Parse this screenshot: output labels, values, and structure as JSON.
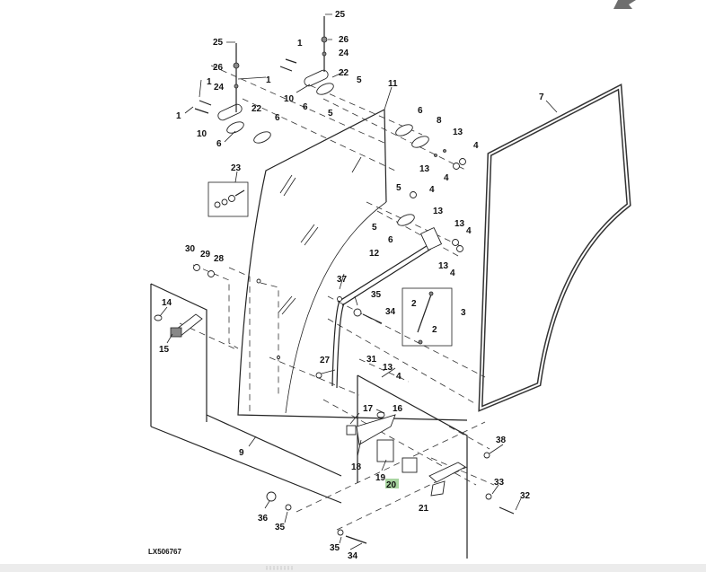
{
  "figure": {
    "id_label": "LX506767",
    "highlighted_callout": "20",
    "highlight_color": "#a8d5a0",
    "line_color": "#222222"
  },
  "callouts": [
    {
      "n": "25"
    },
    {
      "n": "26"
    },
    {
      "n": "24"
    },
    {
      "n": "1"
    },
    {
      "n": "22"
    },
    {
      "n": "10"
    },
    {
      "n": "6"
    },
    {
      "n": "25"
    },
    {
      "n": "26"
    },
    {
      "n": "24"
    },
    {
      "n": "1"
    },
    {
      "n": "1"
    },
    {
      "n": "22"
    },
    {
      "n": "10"
    },
    {
      "n": "6"
    },
    {
      "n": "6"
    },
    {
      "n": "5"
    },
    {
      "n": "5"
    },
    {
      "n": "11"
    },
    {
      "n": "7"
    },
    {
      "n": "6"
    },
    {
      "n": "8"
    },
    {
      "n": "13"
    },
    {
      "n": "13"
    },
    {
      "n": "4"
    },
    {
      "n": "4"
    },
    {
      "n": "23"
    },
    {
      "n": "5"
    },
    {
      "n": "5"
    },
    {
      "n": "4"
    },
    {
      "n": "13"
    },
    {
      "n": "6"
    },
    {
      "n": "13"
    },
    {
      "n": "13"
    },
    {
      "n": "4"
    },
    {
      "n": "4"
    },
    {
      "n": "12"
    },
    {
      "n": "30"
    },
    {
      "n": "29"
    },
    {
      "n": "28"
    },
    {
      "n": "37"
    },
    {
      "n": "35"
    },
    {
      "n": "34"
    },
    {
      "n": "2"
    },
    {
      "n": "2"
    },
    {
      "n": "3"
    },
    {
      "n": "14"
    },
    {
      "n": "15"
    },
    {
      "n": "27"
    },
    {
      "n": "31"
    },
    {
      "n": "13"
    },
    {
      "n": "4"
    },
    {
      "n": "17"
    },
    {
      "n": "16"
    },
    {
      "n": "18"
    },
    {
      "n": "19"
    },
    {
      "n": "20"
    },
    {
      "n": "21"
    },
    {
      "n": "38"
    },
    {
      "n": "33"
    },
    {
      "n": "32"
    },
    {
      "n": "9"
    },
    {
      "n": "36"
    },
    {
      "n": "35"
    },
    {
      "n": "35"
    },
    {
      "n": "34"
    },
    {
      "n": "1"
    }
  ]
}
